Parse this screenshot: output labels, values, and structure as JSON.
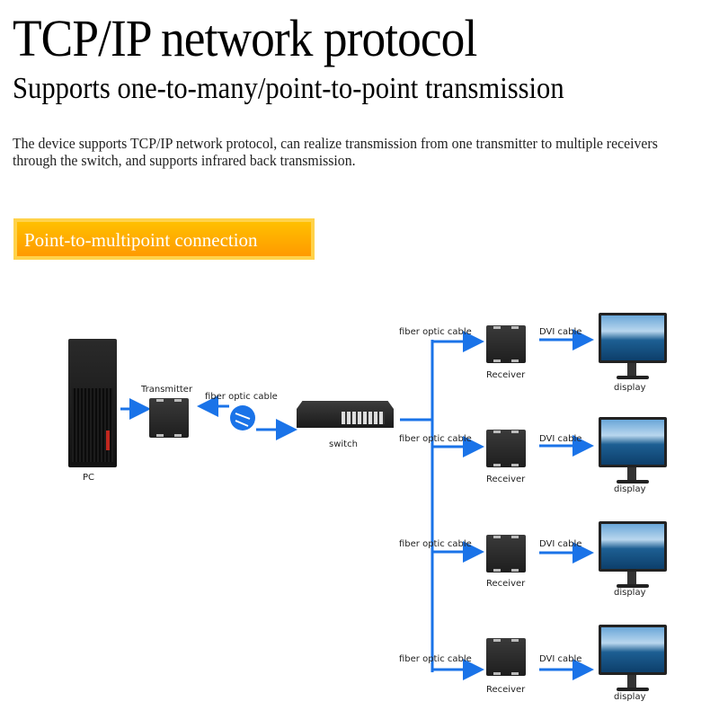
{
  "header": {
    "title": "TCP/IP network protocol",
    "subtitle": "Supports one-to-many/point-to-point transmission",
    "description": "The device supports TCP/IP network protocol, can realize transmission from one transmitter to multiple receivers through the switch, and supports infrared back transmission."
  },
  "badge": {
    "label": "Point-to-multipoint connection"
  },
  "diagram": {
    "pc_label": "PC",
    "transmitter_label": "Transmitter",
    "fiber_label": "fiber optic cable",
    "switch_label": "switch",
    "receivers": [
      {
        "fiber_label": "fiber optic cable",
        "receiver_label": "Receiver",
        "cable_label": "DVI cable",
        "display_label": "display"
      },
      {
        "fiber_label": "fiber optic cable",
        "receiver_label": "Receiver",
        "cable_label": "DVI cable",
        "display_label": "display"
      },
      {
        "fiber_label": "fiber optic cable",
        "receiver_label": "Receiver",
        "cable_label": "DVI cable",
        "display_label": "display"
      },
      {
        "fiber_label": "fiber optic cable",
        "receiver_label": "Receiver",
        "cable_label": "DVI cable",
        "display_label": "display"
      }
    ],
    "colors": {
      "arrow": "#1a73e8",
      "badge": "#ff9f00"
    }
  }
}
